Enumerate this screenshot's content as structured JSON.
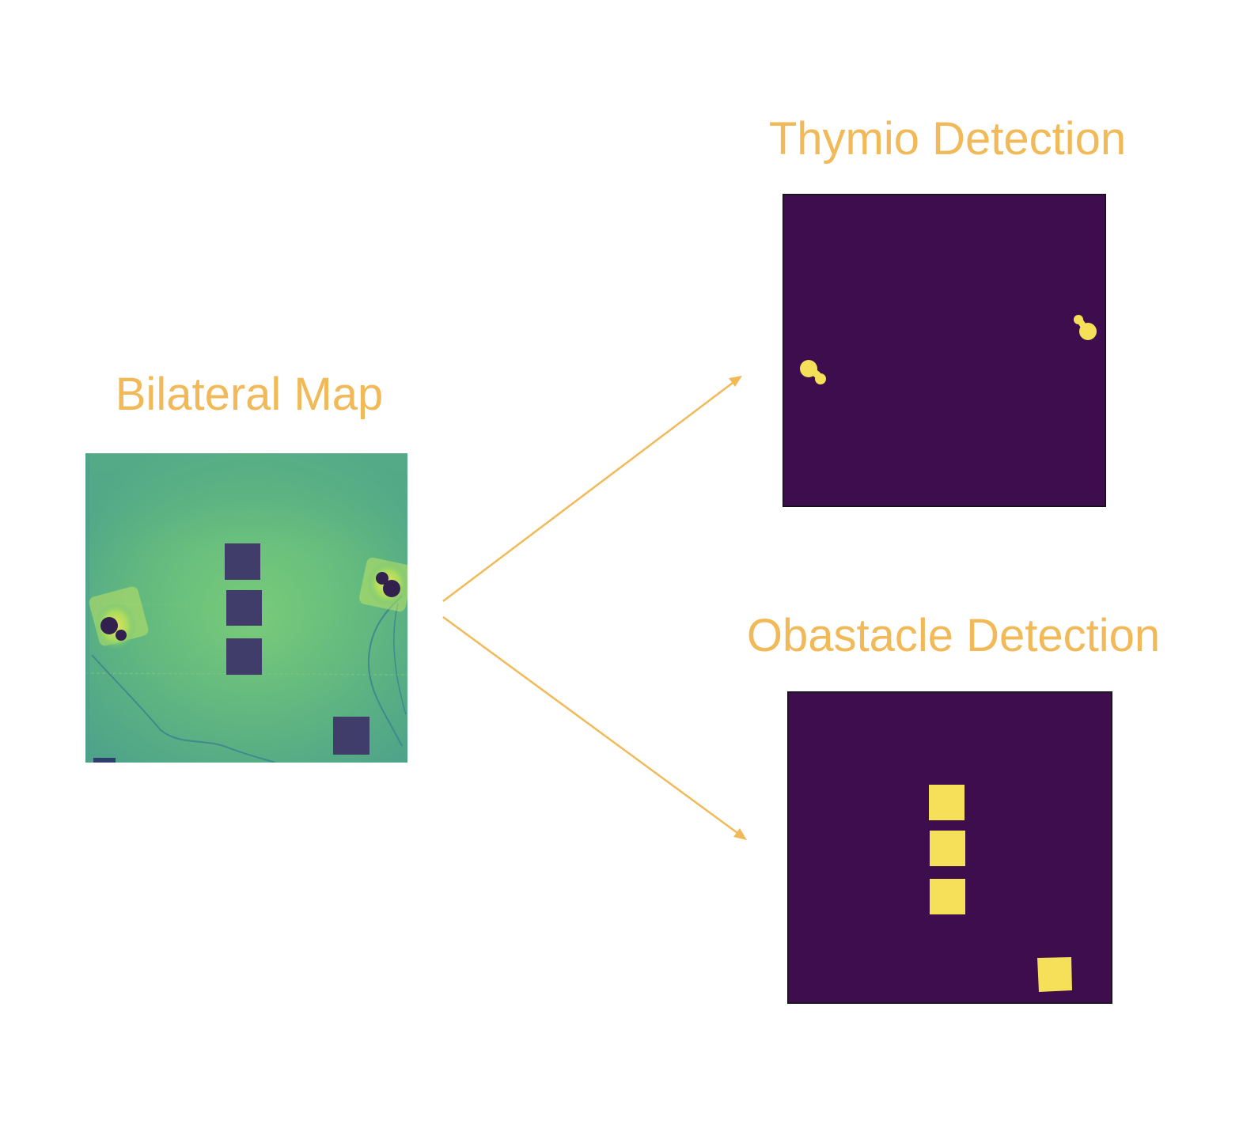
{
  "colors": {
    "accent": "#F1B957",
    "mask_background": "#3D0D4E",
    "mask_foreground": "#F6E05A",
    "map_background": "#61B97F",
    "map_obstacle": "#403D6A",
    "map_robot_marker": "#32204F"
  },
  "bilateral_map": {
    "title": "Bilateral Map"
  },
  "thymio_detection": {
    "title": "Thymio Detection"
  },
  "obstacle_detection": {
    "title": "Obastacle Detection"
  },
  "arrows": [
    {
      "from": "bilateral_map",
      "to": "thymio_detection"
    },
    {
      "from": "bilateral_map",
      "to": "obstacle_detection"
    }
  ]
}
